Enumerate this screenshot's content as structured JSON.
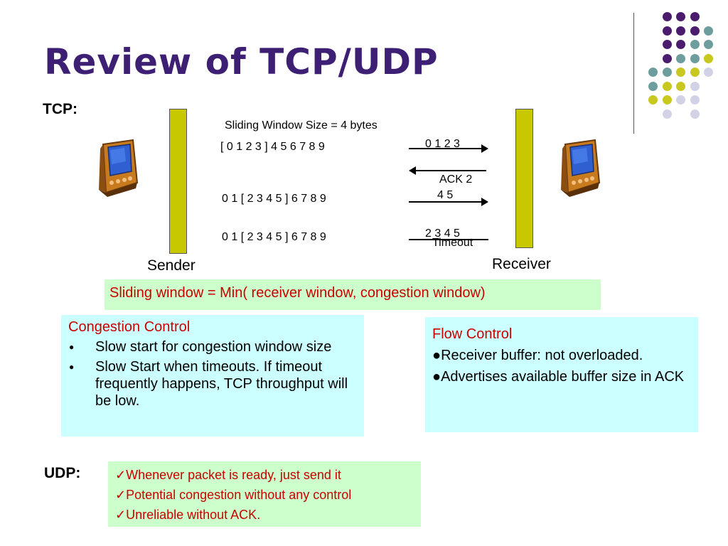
{
  "title": "Review of TCP/UDP",
  "tcp_label": "TCP:",
  "udp_label": "UDP:",
  "window_size_label": "Sliding Window Size = 4 bytes",
  "rows": [
    {
      "sequence": "[ 0 1 2 3 ] 4 5 6 7 8 9",
      "message": "0 1 2 3"
    },
    {
      "reply": "ACK 2"
    },
    {
      "sequence": "0 1 [ 2 3 4 5 ] 6 7 8 9",
      "message": "4 5"
    },
    {
      "sequence": "0 1 [ 2 3 4 5 ] 6 7 8 9",
      "message": "2 3 4 5",
      "note": "Timeout"
    }
  ],
  "sender_label": "Sender",
  "receiver_label": "Receiver",
  "formula": "Sliding window = Min( receiver window, congestion window)",
  "congestion_control": {
    "heading": "Congestion Control",
    "items": [
      "Slow start for congestion window size",
      "Slow Start when timeouts. If timeout frequently happens, TCP throughput will be low."
    ]
  },
  "flow_control": {
    "heading": "Flow Control",
    "items": [
      "Receiver buffer: not overloaded.",
      "Advertises available buffer size in ACK"
    ]
  },
  "udp_points": [
    "Whenever packet is ready, just send it",
    "Potential congestion without any control",
    "Unreliable without ACK."
  ],
  "colors": {
    "title": "#3d1f73",
    "bar": "#c8c800",
    "highlight_green": "#ccffcc",
    "highlight_cyan": "#ccffff",
    "accent_red": "#cc0000",
    "dot_purple": "#4b1c6e",
    "dot_teal": "#6e9d9d",
    "dot_yellow": "#c8c81e",
    "dot_lavender": "#d2d2e6"
  },
  "icons": {
    "device": "pda-device-icon",
    "check": "check-icon",
    "bullet": "bullet-icon"
  }
}
